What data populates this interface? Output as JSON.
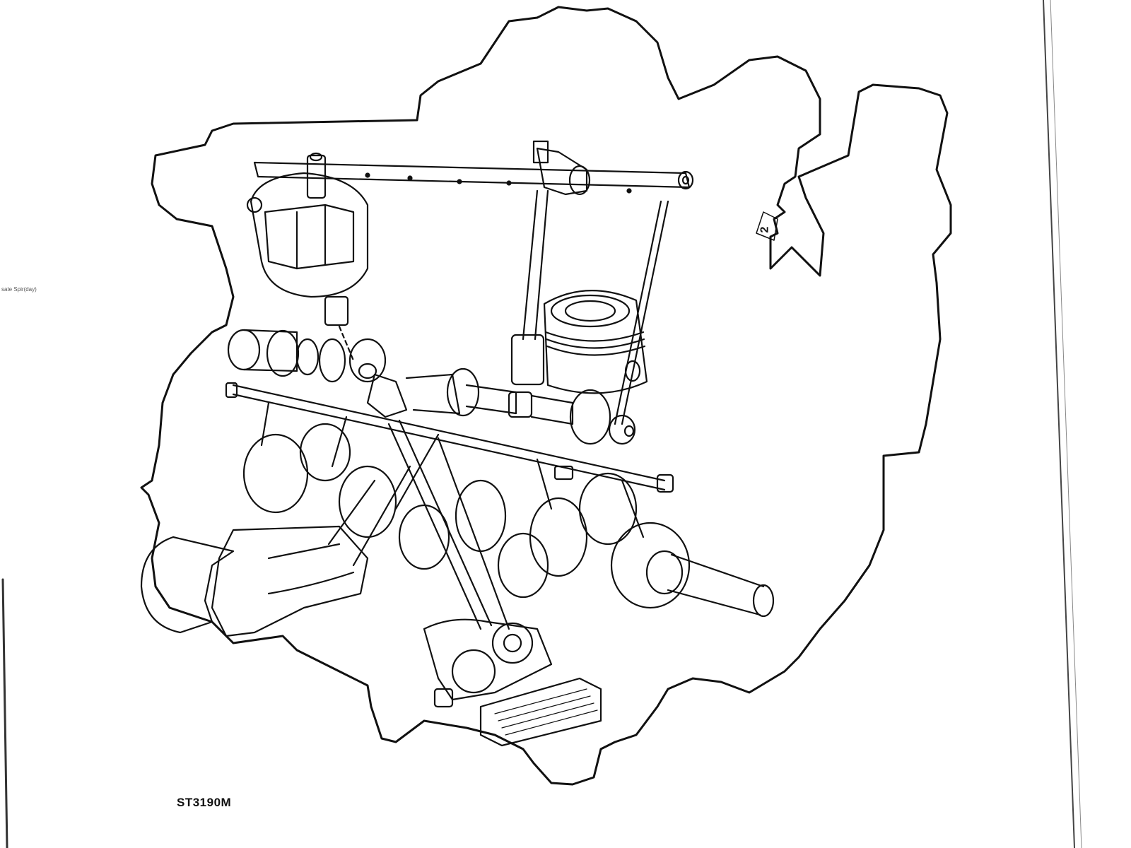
{
  "figure": {
    "code": "ST3190M",
    "hole_marker": "2",
    "edge_text": "sate Spir(day)"
  },
  "colors": {
    "line": "#111111",
    "page": "#ffffff",
    "scan_edge": "#555555"
  },
  "components": [
    {
      "id": "engine-outline",
      "name": "engine block silhouette"
    },
    {
      "id": "rocker-shaft",
      "name": "rocker shaft"
    },
    {
      "id": "oil-filter",
      "name": "oil filter"
    },
    {
      "id": "pushrod-tube",
      "name": "oil feed tube"
    },
    {
      "id": "piston",
      "name": "piston"
    },
    {
      "id": "camshaft",
      "name": "camshaft"
    },
    {
      "id": "crankshaft",
      "name": "crankshaft"
    },
    {
      "id": "main-gallery",
      "name": "main oil gallery"
    },
    {
      "id": "oil-pump",
      "name": "oil pump gears"
    },
    {
      "id": "oil-cooler",
      "name": "oil cooler"
    },
    {
      "id": "flywheel",
      "name": "flywheel"
    }
  ]
}
